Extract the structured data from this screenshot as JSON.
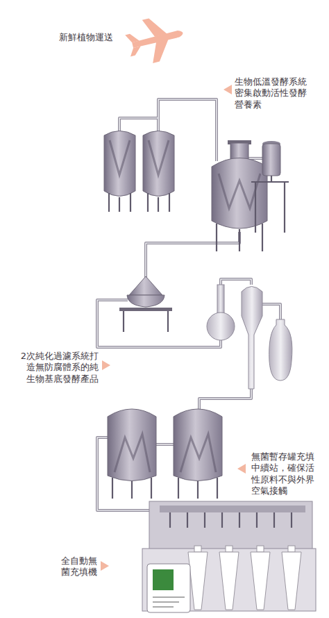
{
  "diagram": {
    "labels": [
      "新鮮植物運送",
      "生物低溫發酵系統 密集啟動活性發酵 營養素",
      "2次純化過濾系統打 造無防腐體系的純 生物基底發酵產品",
      "無菌暫存罐充填 中續站，確保活 性原料不與外界 空氣接觸",
      "全自動無 菌充填機"
    ]
  }
}
